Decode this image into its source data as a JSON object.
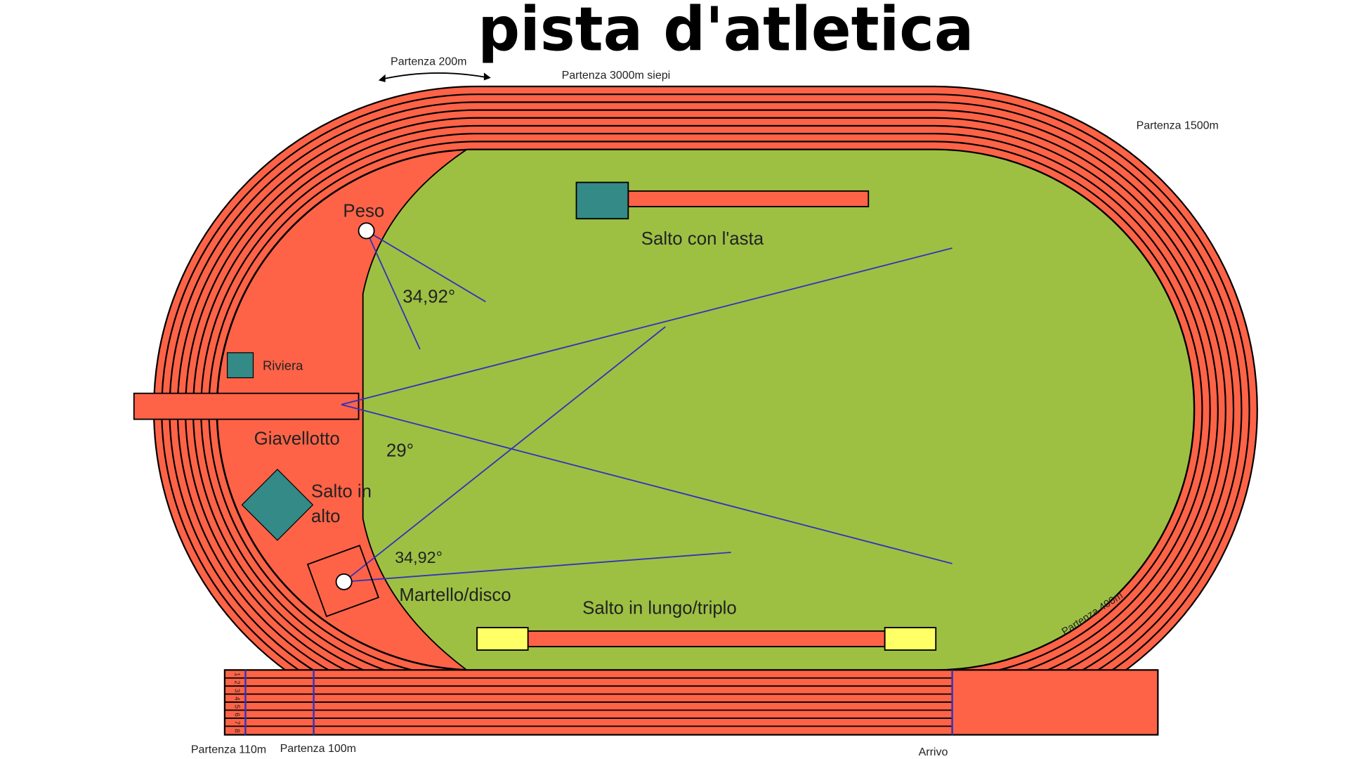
{
  "title": "pista d'atletica",
  "labels": {
    "start_200m": "Partenza 200m",
    "start_3000m_steeple": "Partenza 3000m siepi",
    "start_1500m": "Partenza 1500m",
    "start_400m": "Partenza 400m",
    "start_110m": "Partenza 110m",
    "start_100m": "Partenza 100m",
    "finish": "Arrivo",
    "shot_put": "Peso",
    "shot_angle": "34,92°",
    "pole_vault": "Salto con l'asta",
    "water_jump": "Riviera",
    "javelin": "Giavellotto",
    "javelin_angle": "29°",
    "high_jump_line1": "Salto in",
    "high_jump_line2": "alto",
    "hammer_angle": "34,92°",
    "hammer_discus": "Martello/disco",
    "long_triple_jump": "Salto in lungo/triplo"
  },
  "lane_numbers": [
    "1",
    "2",
    "3",
    "4",
    "5",
    "6",
    "7",
    "8"
  ],
  "colors": {
    "track": "#ff6347",
    "field": "#9dc043",
    "box": "#338a87",
    "pit": "#ffff66",
    "sector_line": "#3333bb"
  }
}
